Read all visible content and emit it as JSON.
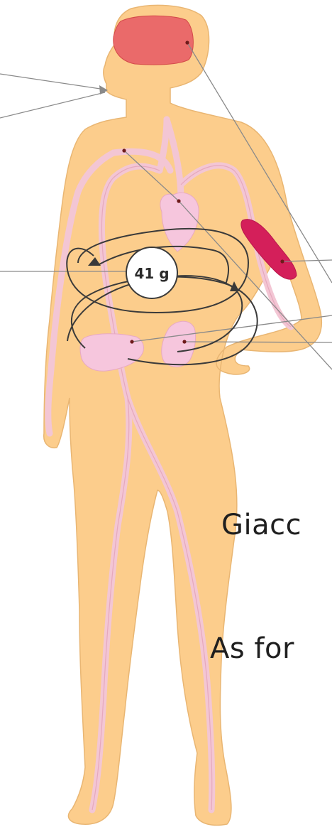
{
  "diagram": {
    "center_value": "41 g",
    "labels": [
      "Giacc",
      "As for"
    ],
    "colors": {
      "skin": "#fccd8c",
      "outline": "#e9b673",
      "vessel": "#f3c6d4",
      "organ": "#f6c6dd",
      "brain": "#ea6a6a",
      "muscle": "#d41f5a",
      "line": "#8a8a8a",
      "cycle": "#3a3a3a"
    }
  }
}
